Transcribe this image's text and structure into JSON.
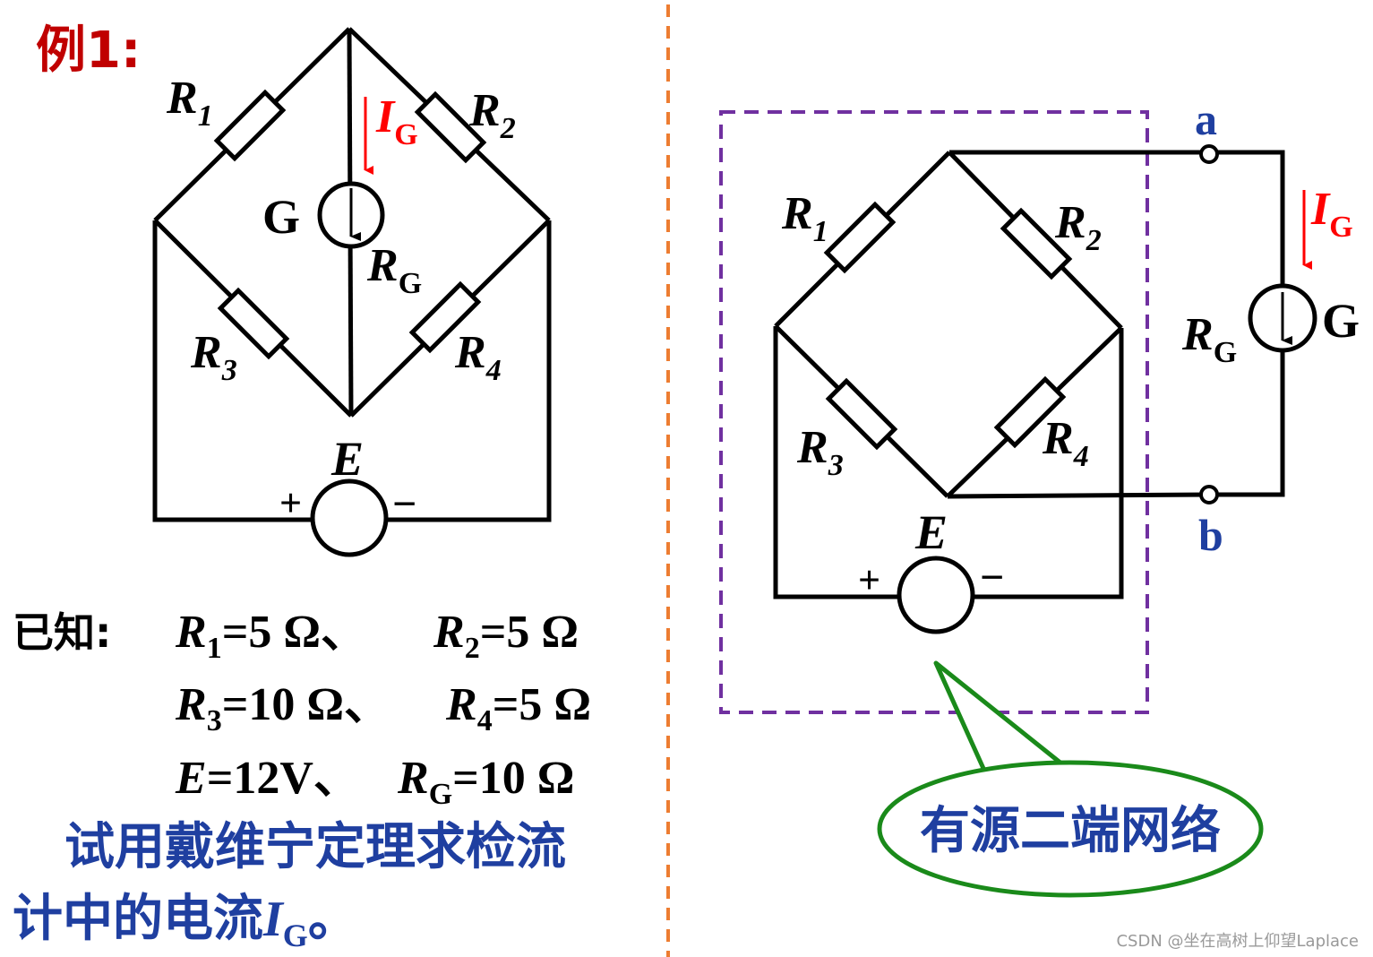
{
  "example": {
    "title": "例1:"
  },
  "left_circuit": {
    "R1": {
      "main": "R",
      "sub": "1"
    },
    "R2": {
      "main": "R",
      "sub": "2"
    },
    "R3": {
      "main": "R",
      "sub": "3"
    },
    "R4": {
      "main": "R",
      "sub": "4"
    },
    "IG": {
      "main": "I",
      "sub": "G"
    },
    "G": "G",
    "RG": {
      "main": "R",
      "sub": "G"
    },
    "E": "E",
    "plus": "+",
    "minus": "−"
  },
  "given": {
    "prefix": "已知:",
    "line1a": {
      "main": "R",
      "sub": "1",
      "rest": "=5 Ω、"
    },
    "line1b": {
      "main": "R",
      "sub": "2",
      "rest": "=5 Ω"
    },
    "line2a": {
      "main": "R",
      "sub": "3",
      "rest": "=10 Ω、"
    },
    "line2b": {
      "main": "R",
      "sub": "4",
      "rest": "=5 Ω"
    },
    "line3a": {
      "main": "E",
      "rest": "=12V、"
    },
    "line3b": {
      "main": "R",
      "sub": "G",
      "rest": "=10 Ω"
    }
  },
  "task": {
    "line1": "试用戴维宁定理求检流",
    "line2_text": "计中的电流",
    "line2_var": "I",
    "line2_sub": "G",
    "line2_end": "。"
  },
  "right_circuit": {
    "R1": {
      "main": "R",
      "sub": "1"
    },
    "R2": {
      "main": "R",
      "sub": "2"
    },
    "R3": {
      "main": "R",
      "sub": "3"
    },
    "R4": {
      "main": "R",
      "sub": "4"
    },
    "IG": {
      "main": "I",
      "sub": "G"
    },
    "G": "G",
    "RG": {
      "main": "R",
      "sub": "G"
    },
    "E": "E",
    "plus": "+",
    "minus": "−",
    "terminal_a": "a",
    "terminal_b": "b"
  },
  "callout": {
    "text": "有源二端网络"
  },
  "watermark": "CSDN @坐在高树上仰望Laplace",
  "colors": {
    "wire": "#000000",
    "title_red": "#c00000",
    "current_red": "#ff0000",
    "task_blue": "#1f3fa0",
    "terminal_blue": "#1f3fa0",
    "divider_orange": "#ed7d31",
    "box_purple": "#7030a0",
    "callout_green": "#1a8a1a"
  }
}
